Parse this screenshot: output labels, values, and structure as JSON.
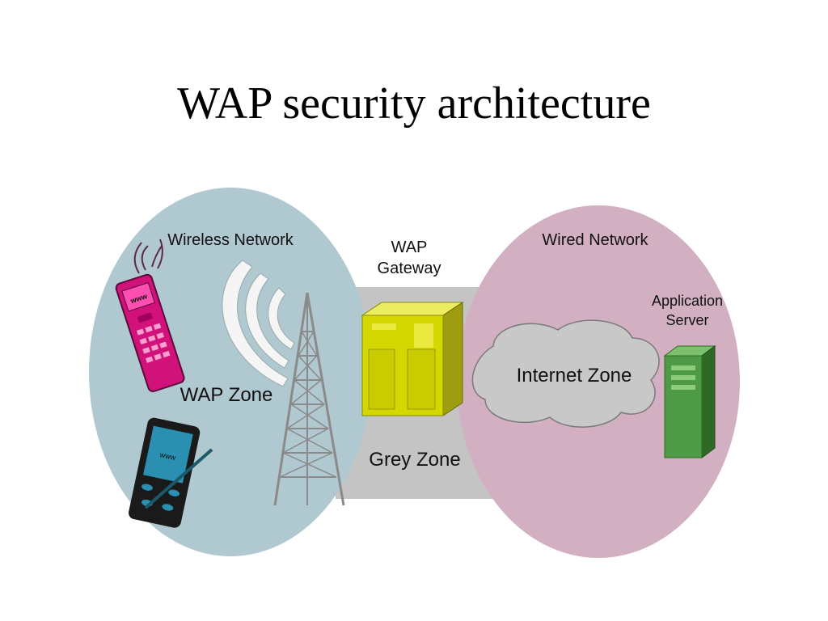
{
  "slide": {
    "title": "WAP security architecture"
  },
  "diagram": {
    "wireless_zone": {
      "title": "Wireless Network",
      "zone_label": "WAP Zone",
      "color": "#b0c8cf"
    },
    "gateway": {
      "title_line1": "WAP",
      "title_line2": "Gateway",
      "zone_label": "Grey Zone",
      "color": "#d4d800",
      "zone_color": "#c2c2c2"
    },
    "wired_zone": {
      "title": "Wired Network",
      "cloud_label": "Internet Zone",
      "color": "#d3afc2"
    },
    "server": {
      "title_line1": "Application",
      "title_line2": "Server",
      "color": "#4e9a46"
    },
    "devices": {
      "phone_screen_text": "www",
      "pda_screen_text": "www"
    }
  }
}
